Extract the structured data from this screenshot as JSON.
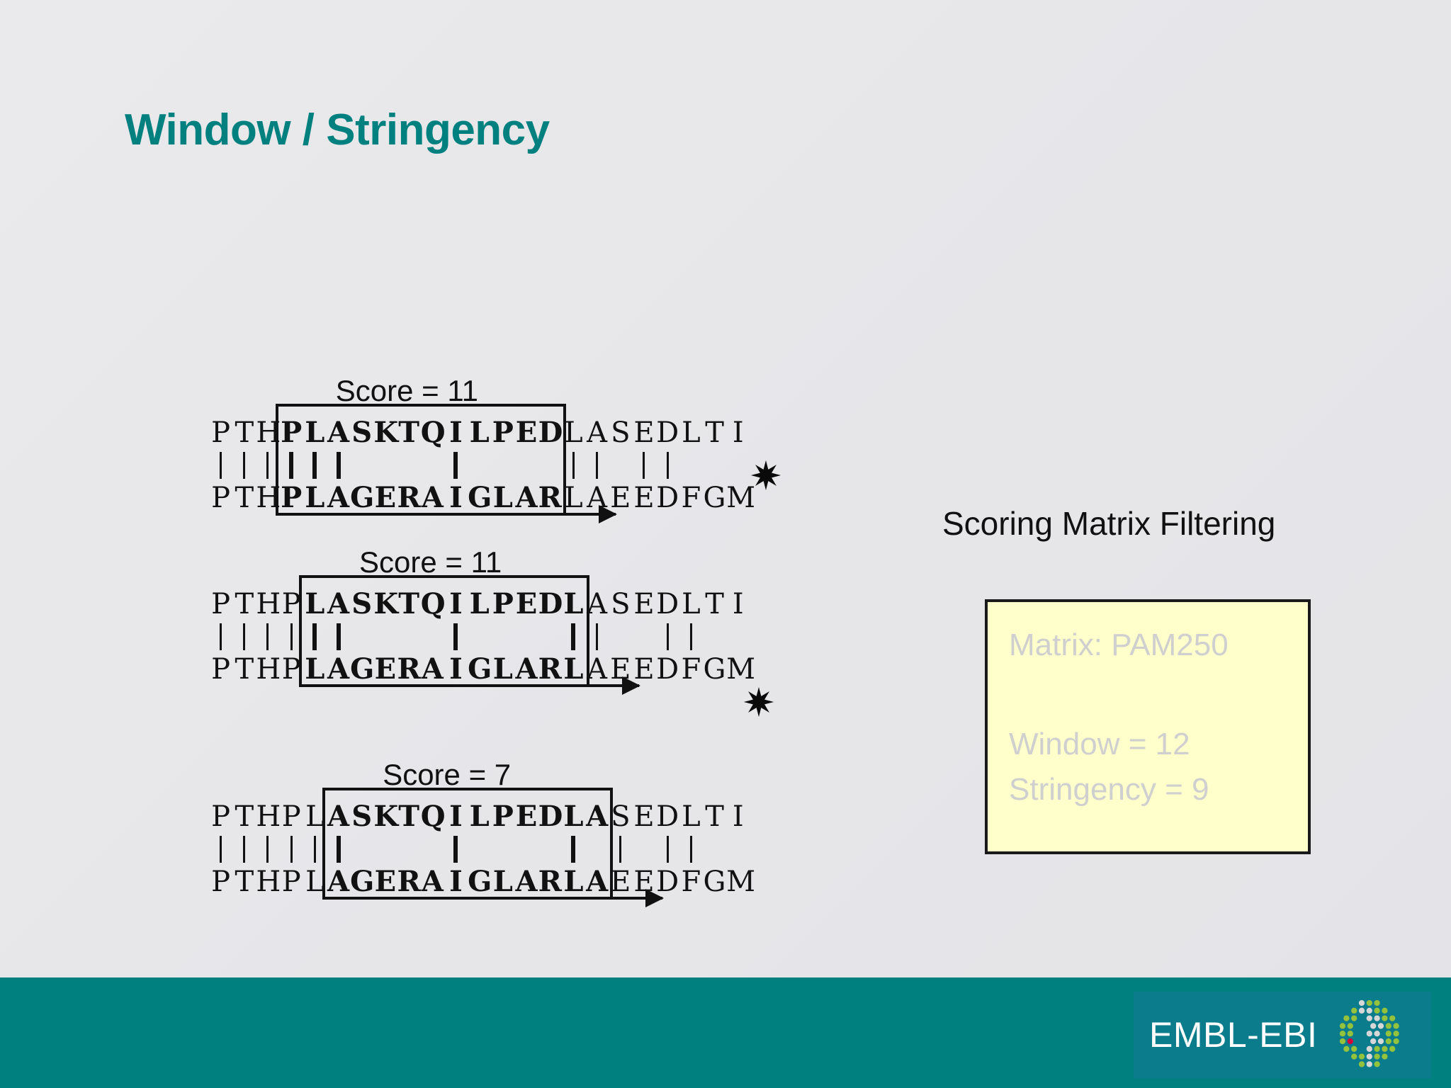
{
  "slide": {
    "title": "Window / Stringency",
    "title_color": "#00807f",
    "background_color": "#e8e8ea"
  },
  "alignments": [
    {
      "score_label": "Score = 11",
      "top_prefix": "PTH",
      "top_window": "PLASKTQILPED",
      "top_suffix": "LASEDLTI",
      "bottom_prefix": "PTH",
      "bottom_window": "PLAGERAIGLAR",
      "bottom_suffix": "LAEEDFGM",
      "match_bars": [
        1,
        1,
        1,
        1,
        1,
        1,
        0,
        0,
        0,
        0,
        1,
        0,
        0,
        0,
        0,
        1,
        1,
        0,
        1,
        1,
        0,
        0,
        0
      ],
      "marker": "starburst"
    },
    {
      "score_label": "Score = 11",
      "top_prefix": "PTHP",
      "top_window": "LASKTQILPEDL",
      "top_suffix": "ASEDLTI",
      "bottom_prefix": "PTHP",
      "bottom_window": "LAGERAIGLARL",
      "bottom_suffix": "AEEDFGM",
      "match_bars": [
        1,
        1,
        1,
        1,
        1,
        1,
        0,
        0,
        0,
        0,
        1,
        0,
        0,
        0,
        0,
        1,
        1,
        0,
        0,
        1,
        1,
        0,
        0
      ],
      "marker": "starburst"
    },
    {
      "score_label": "Score = 7",
      "top_prefix": "PTHPL",
      "top_window": "ASKTQILPEDLA",
      "top_suffix": "SEDLTI",
      "bottom_prefix": "PTHPL",
      "bottom_window": "AGERAIGLARLA",
      "bottom_suffix": "EEDFGM",
      "match_bars": [
        1,
        1,
        1,
        1,
        1,
        1,
        0,
        0,
        0,
        0,
        1,
        0,
        0,
        0,
        0,
        1,
        0,
        1,
        0,
        1,
        1,
        0,
        0
      ],
      "marker": "none"
    }
  ],
  "filtering": {
    "heading": "Scoring Matrix Filtering",
    "box_color": "#ffffcc",
    "text_color": "#cfcfcf",
    "matrix": "Matrix: PAM250",
    "window": "Window = 12",
    "stringency": "Stringency = 9"
  },
  "footer": {
    "bar_color": "#00807f",
    "wordmark": "EMBL-EBI",
    "logo_dot_green": "#95c23d",
    "logo_dot_gray": "#d7d7d7",
    "logo_dot_red": "#d6003c"
  }
}
